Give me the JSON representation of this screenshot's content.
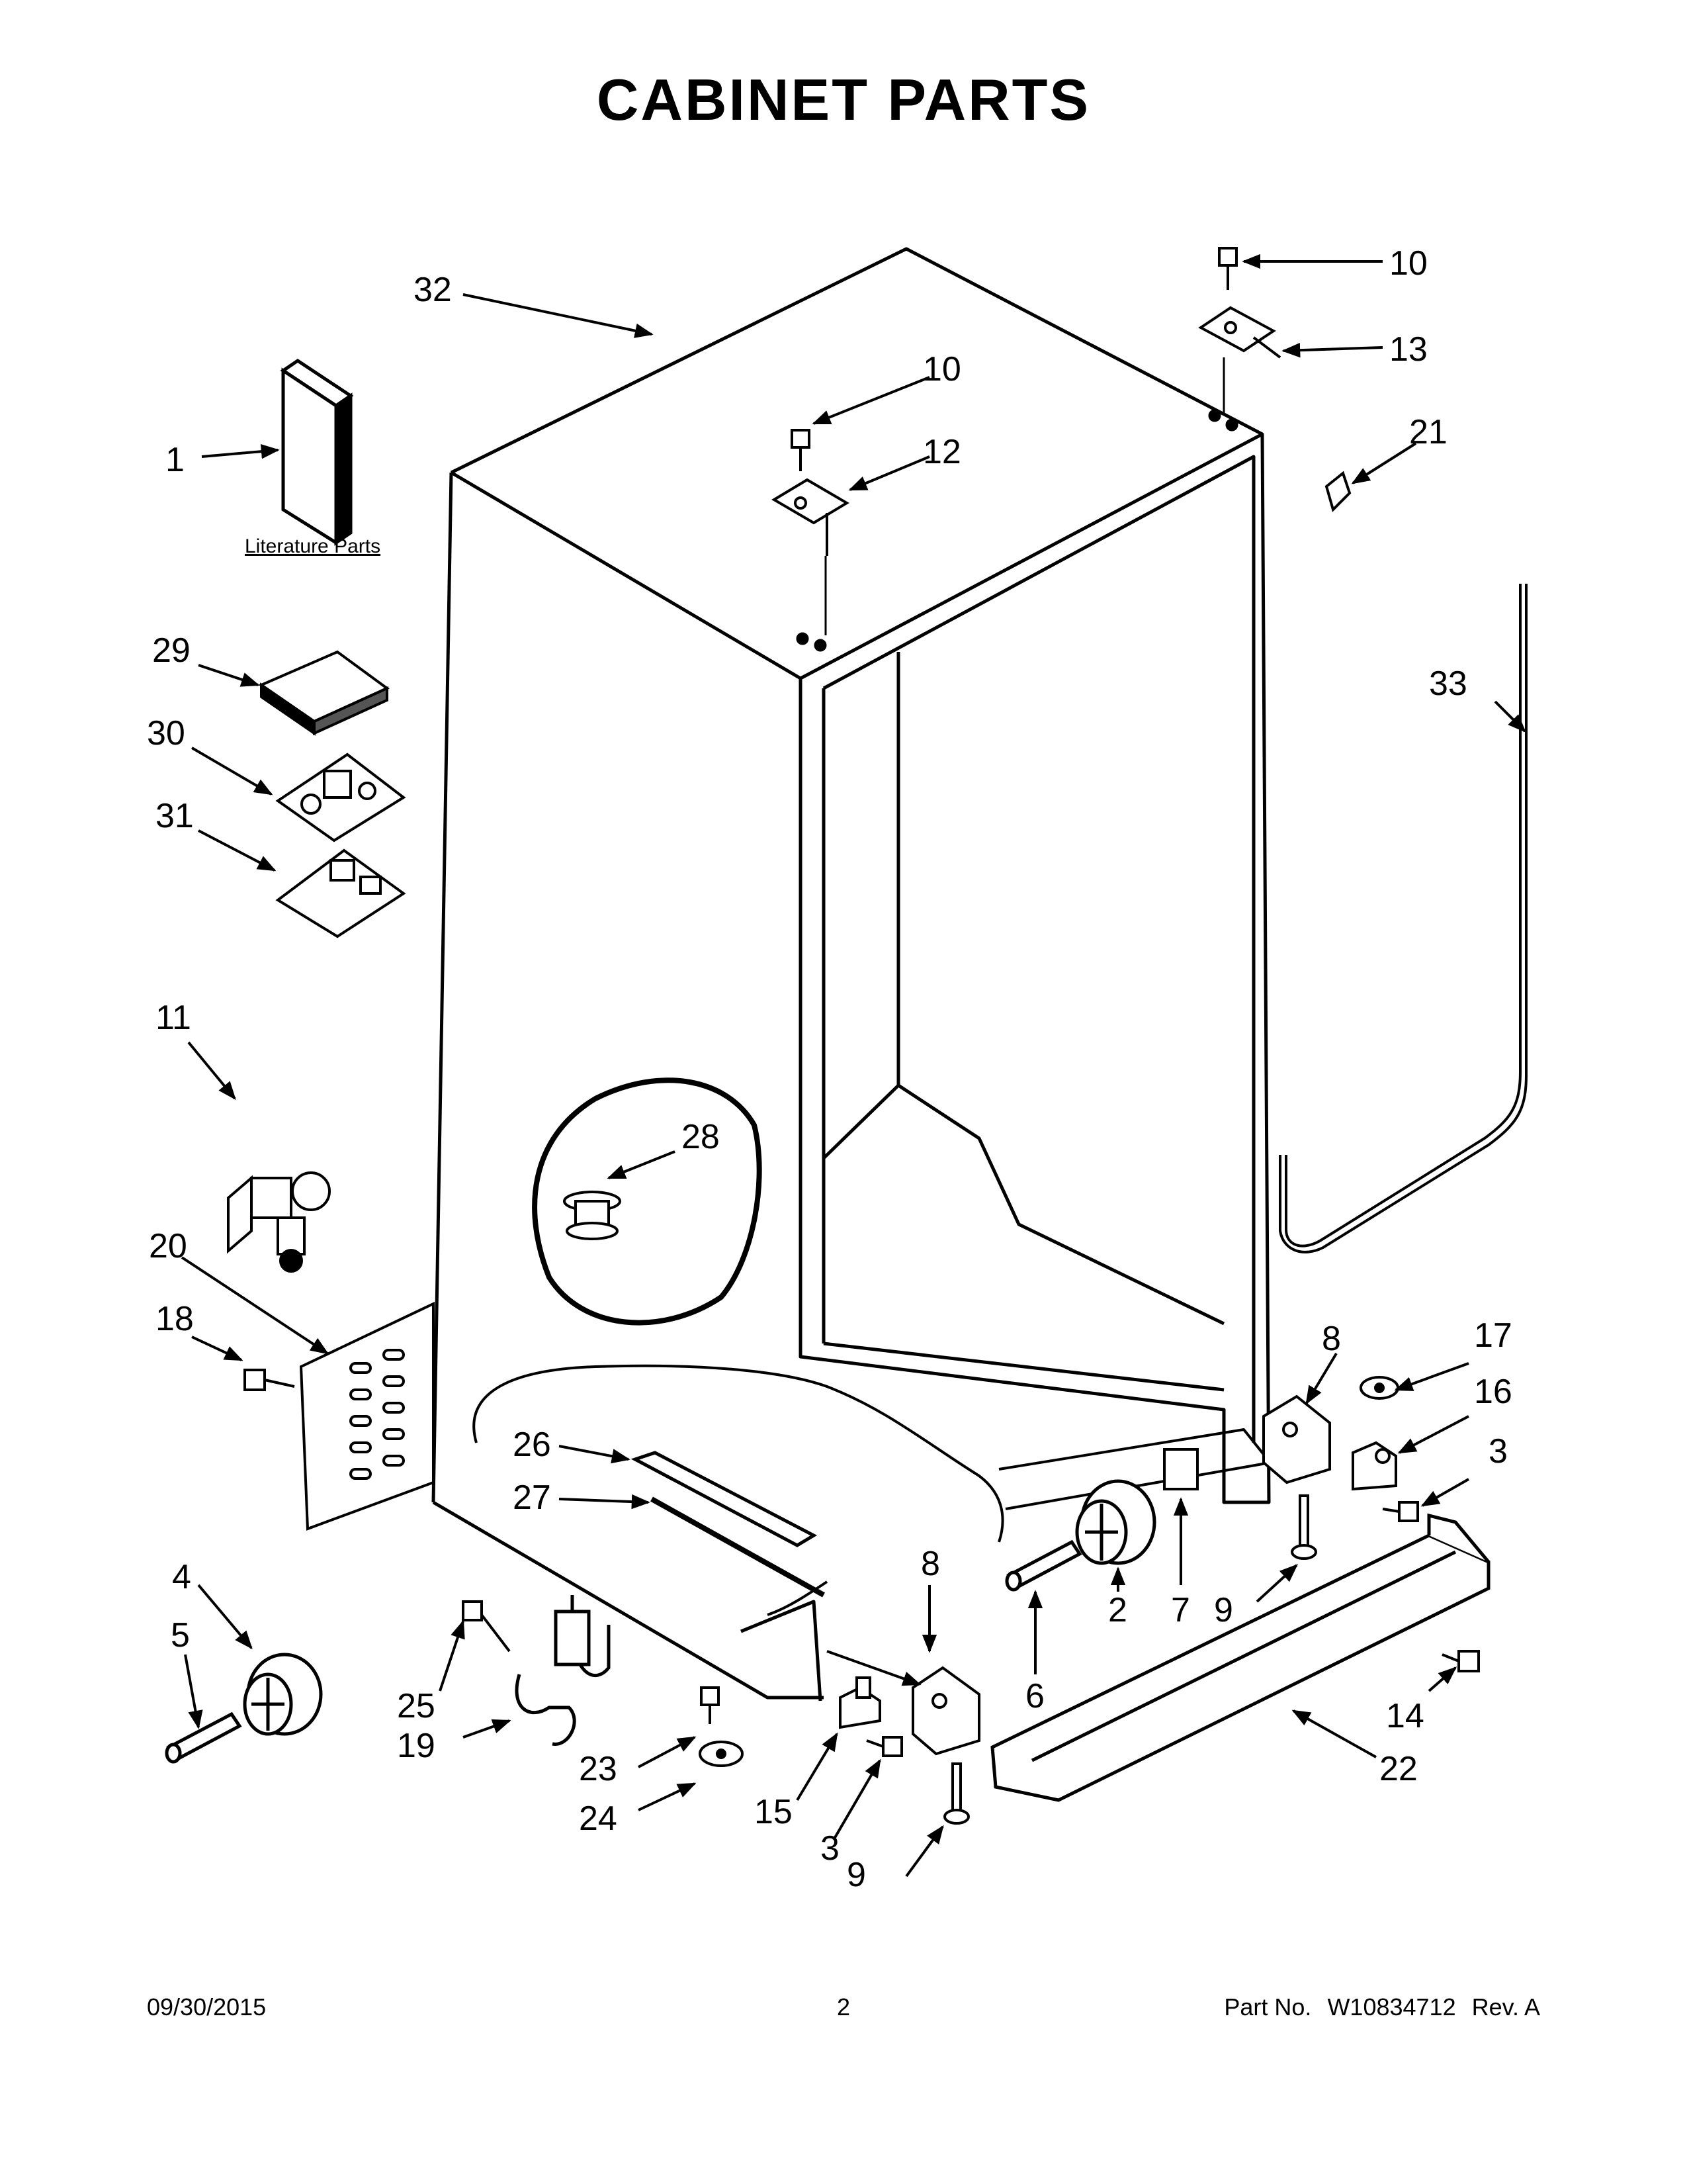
{
  "title": "CABINET PARTS",
  "literature_label": "Literature Parts",
  "callouts": {
    "c1": "1",
    "c2": "2",
    "c3a": "3",
    "c3b": "3",
    "c4": "4",
    "c5": "5",
    "c6": "6",
    "c7": "7",
    "c8a": "8",
    "c8b": "8",
    "c9a": "9",
    "c9b": "9",
    "c10a": "10",
    "c10b": "10",
    "c11": "11",
    "c12": "12",
    "c13": "13",
    "c14": "14",
    "c15": "15",
    "c16": "16",
    "c17": "17",
    "c18": "18",
    "c19": "19",
    "c20": "20",
    "c21": "21",
    "c22": "22",
    "c23": "23",
    "c24": "24",
    "c25": "25",
    "c26": "26",
    "c27": "27",
    "c28": "28",
    "c29": "29",
    "c30": "30",
    "c31": "31",
    "c32": "32",
    "c33": "33"
  },
  "footer": {
    "date": "09/30/2015",
    "page": "2",
    "part_label": "Part No.",
    "part_number": "W10834712",
    "rev": "Rev. A"
  }
}
